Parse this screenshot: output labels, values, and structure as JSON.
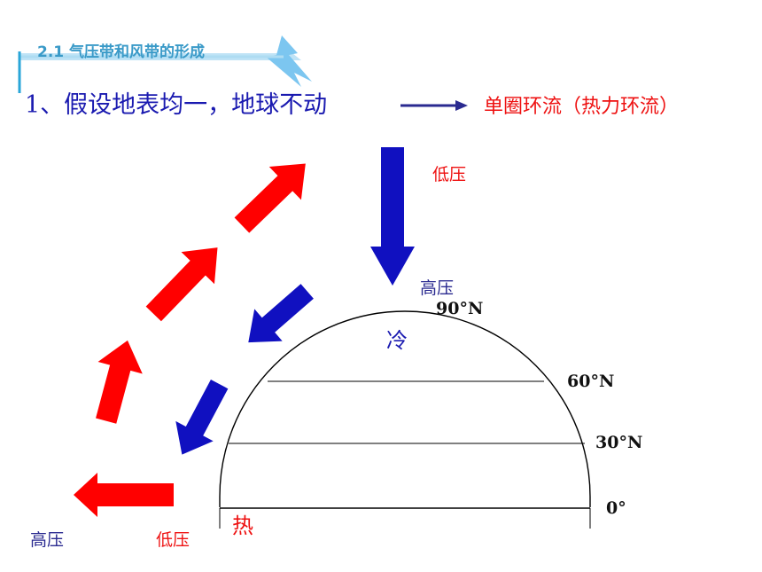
{
  "header": {
    "title": "2.1 气压带和风带的形成"
  },
  "heading": {
    "text": "1、假设地表均一，地球不动"
  },
  "result": {
    "text": "单圈环流（热力环流）"
  },
  "labels": {
    "top_low": "低压",
    "top_high": "高压",
    "cold": "冷",
    "hot": "热",
    "bottom_high": "高压",
    "bottom_low": "低压"
  },
  "latitudes": {
    "lat90": "90°N",
    "lat60": "60°N",
    "lat30": "30°N",
    "lat0": "0°"
  },
  "colors": {
    "header_blue": "#3a9ac8",
    "heading_blue": "#1a1ab0",
    "red": "#ee1111",
    "arrow_blue": "#1010c0"
  }
}
